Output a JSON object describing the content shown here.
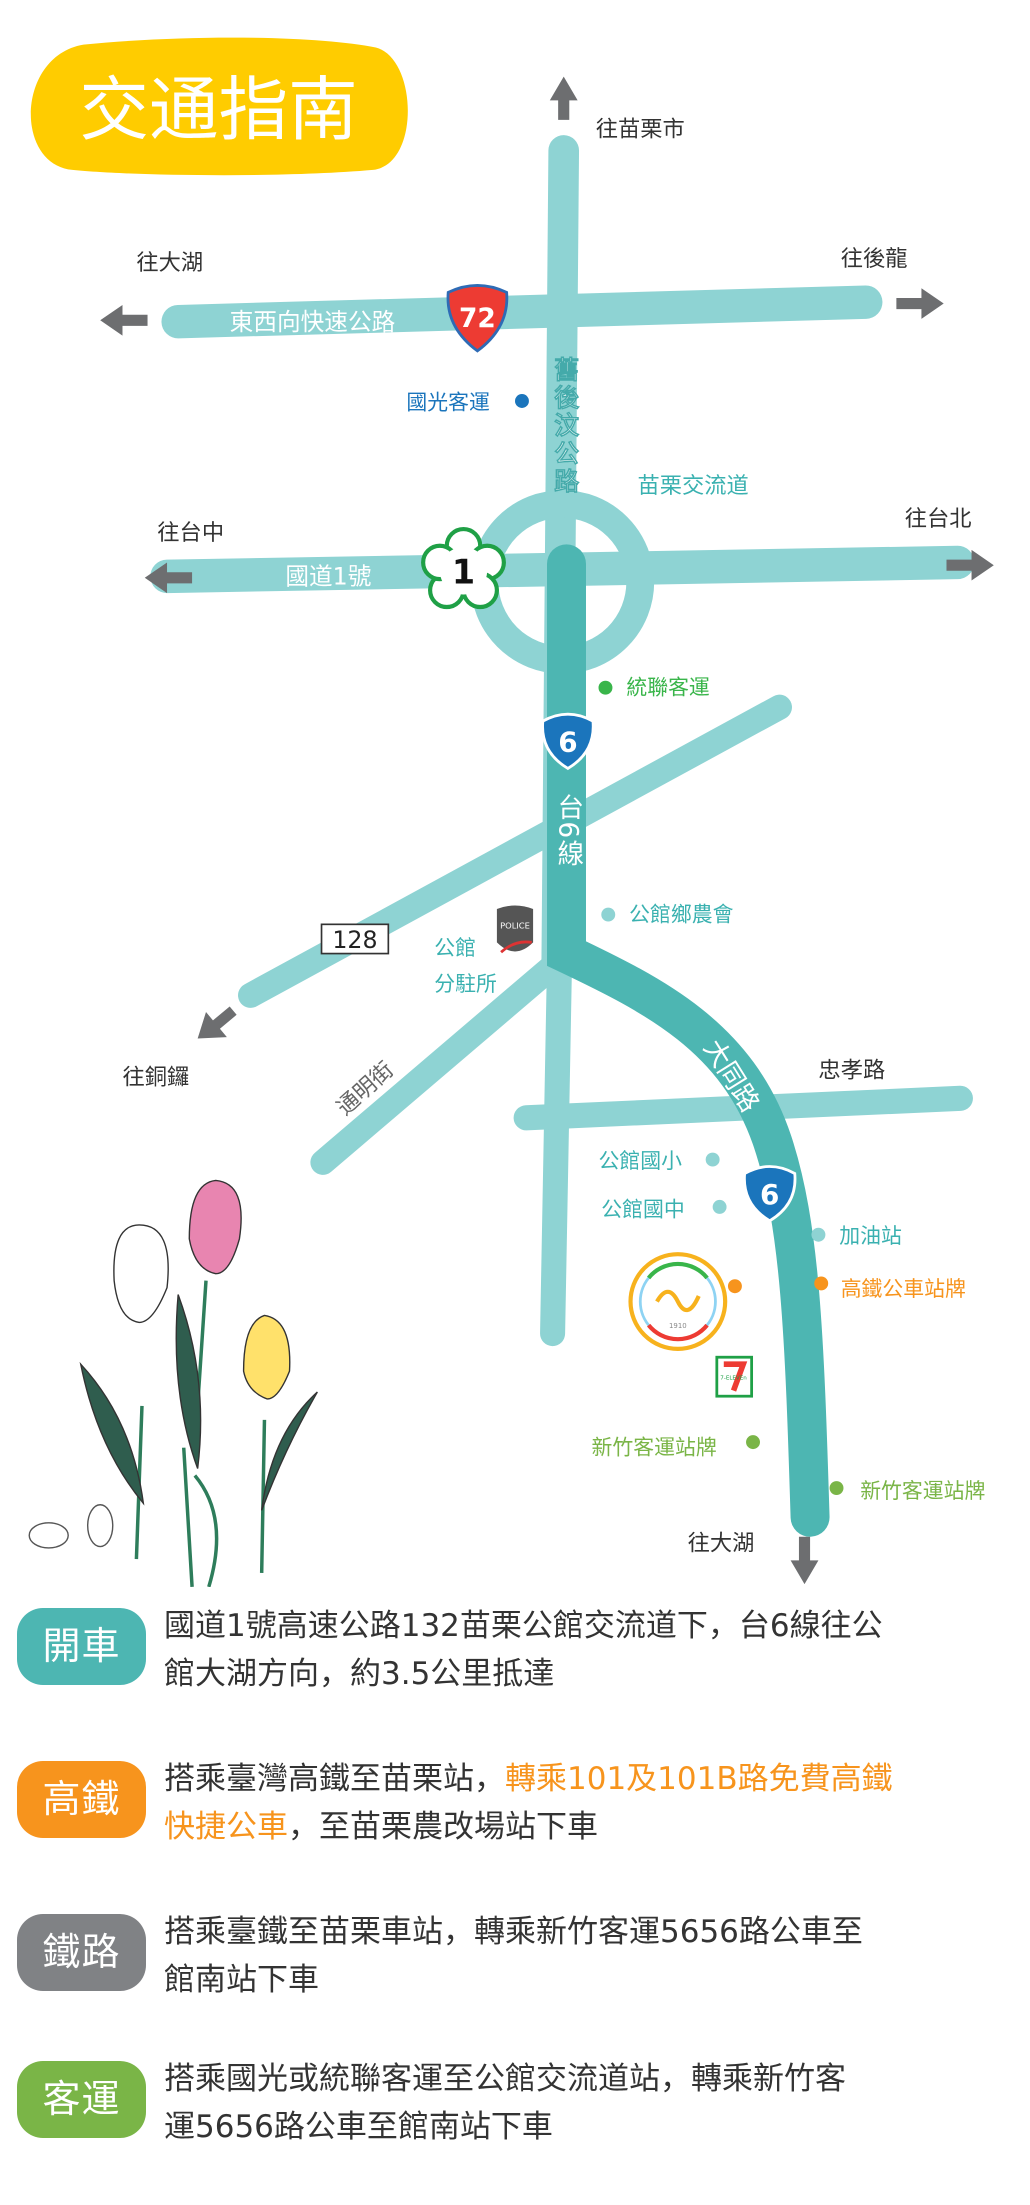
{
  "title": "交通指南",
  "map": {
    "directions": {
      "north": "往苗栗市",
      "west_72": "往大湖",
      "east_72": "往後龍",
      "west_1": "往台中",
      "east_1": "往台北",
      "southwest": "往銅鑼",
      "south": "往大湖"
    },
    "roads": {
      "expressway_72": "東西向快速公路",
      "shield_72": "72",
      "old_road": "舊後汶公路",
      "interchange": "苗栗交流道",
      "freeway_1": "國道1號",
      "shield_1": "1",
      "route_6": "台6線",
      "shield_6": "6",
      "route_128": "128",
      "tongming": "通明街",
      "datong": "大同路",
      "zhongxiao": "忠孝路"
    },
    "places": {
      "kuo_kuang": "國光客運",
      "ubus": "統聯客運",
      "farmers": "公館鄉農會",
      "police_line1": "公館",
      "police_line2": "分駐所",
      "police_badge": "POLICE",
      "elementary": "公館國小",
      "junior_high": "公館國中",
      "gas": "加油站",
      "hsr_stop": "高鐵公車站牌",
      "hsinchu_stop_1": "新竹客運站牌",
      "hsinchu_stop_2": "新竹客運站牌",
      "seven_eleven": "7-ELEVEn",
      "logo_year": "1910"
    },
    "colors": {
      "road": "#8ED3D3",
      "route6": "#4DB6B2",
      "blue": "#1B75BC",
      "green": "#39B54A",
      "orange": "#F7941D",
      "lime": "#7AB547"
    }
  },
  "sections": [
    {
      "badge": "開車",
      "lines": [
        "國道1號高速公路132苗栗公館交流道下，台6線往公",
        "館大湖方向，約3.5公里抵達"
      ]
    },
    {
      "badge": "高鐵",
      "line1_a": "搭乘臺灣高鐵至苗栗站，",
      "line1_b": "轉乘101及101B路免費高鐵",
      "line2_a": "快捷公車",
      "line2_b": "，至苗栗農改場站下車"
    },
    {
      "badge": "鐵路",
      "lines": [
        "搭乘臺鐵至苗栗車站，轉乘新竹客運5656路公車至",
        "館南站下車"
      ]
    },
    {
      "badge": "客運",
      "lines": [
        "搭乘國光或統聯客運至公館交流道站，轉乘新竹客",
        "運5656路公車至館南站下車"
      ]
    }
  ]
}
